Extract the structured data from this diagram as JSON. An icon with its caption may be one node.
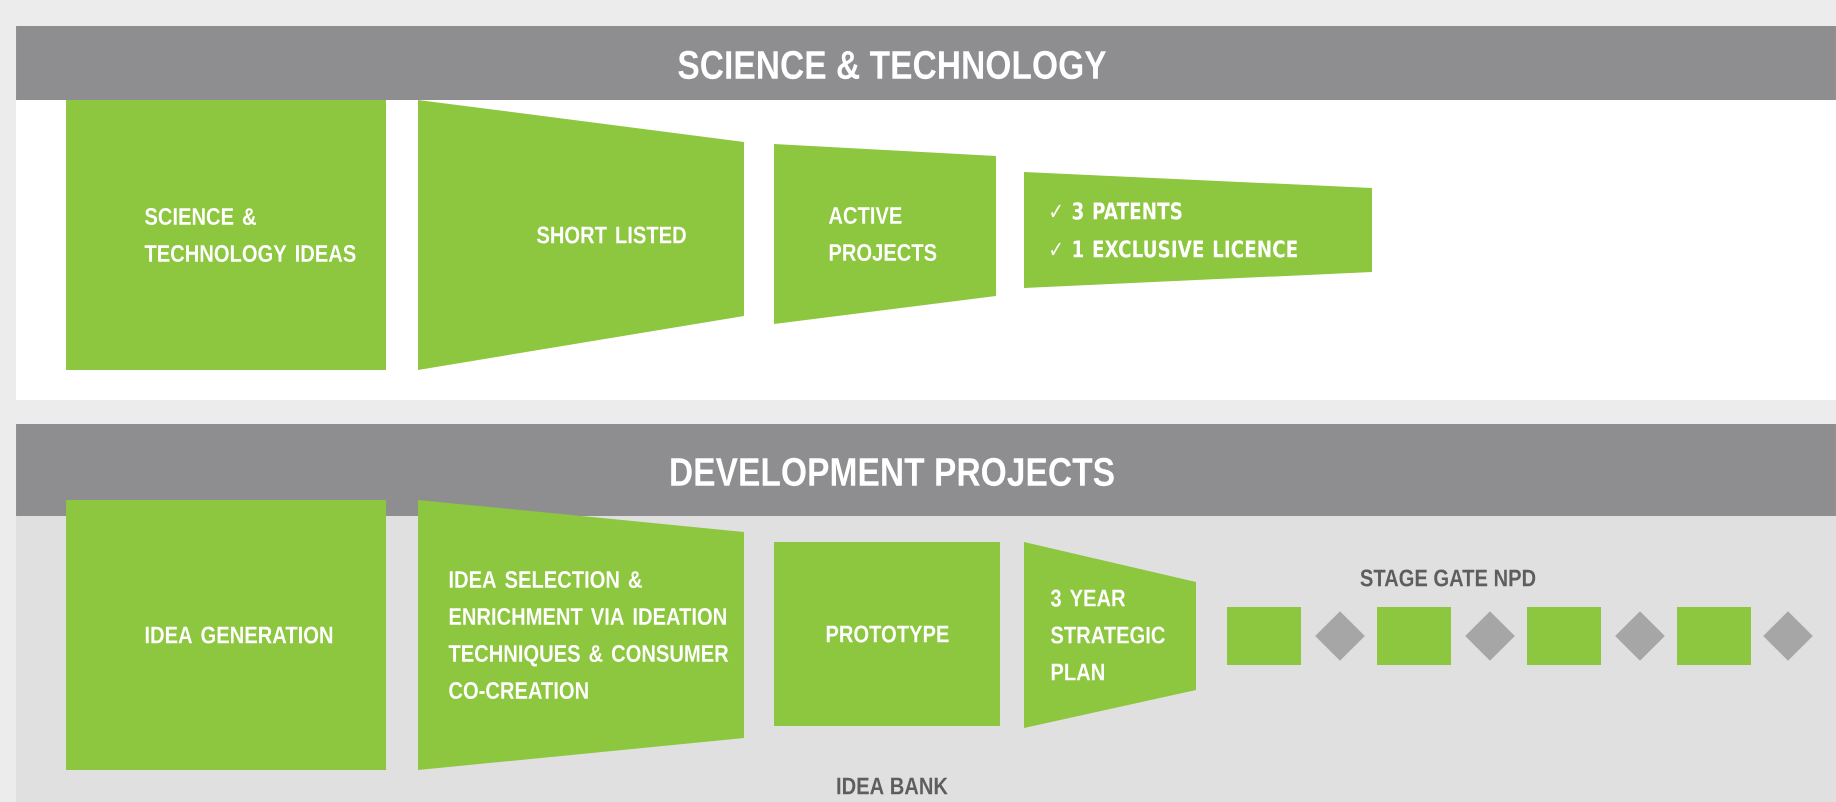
{
  "diagram": {
    "nodes": [
      {
        "text": [
          "SCIENCE & TECHNOLOGY"
        ]
      },
      {
        "text": [
          "SCIENCE & TECHNOLOGY IDEAS"
        ]
      },
      {
        "text": [
          "SHORT LISTED"
        ]
      },
      {
        "text": [
          "ACTIVE PROJECTS"
        ]
      },
      {
        "text": [
          "✓ 3 PATENTS",
          "✓ 1 EXCLUSIVE LICENCE"
        ]
      },
      {
        "text": [
          "DEVELOPMENT PROJECTS"
        ]
      },
      {
        "text": [
          "IDEA GENERATION"
        ]
      },
      {
        "text": [
          "IDEA SELECTION & ENRICHMENT VIA IDEATION TECHNIQUES & CONSUMER CO-CREATION"
        ]
      },
      {
        "text": [
          "PROTOTYPE"
        ]
      },
      {
        "text": [
          "3 YEAR STRATEGIC PLAN"
        ]
      },
      {
        "text": [],
        "shape": "box"
      },
      {
        "text": [],
        "shape": "diamond"
      },
      {
        "text": [],
        "shape": "box"
      },
      {
        "text": [],
        "shape": "diamond"
      },
      {
        "text": [],
        "shape": "box"
      },
      {
        "text": [],
        "shape": "diamond"
      },
      {
        "text": [],
        "shape": "box"
      },
      {
        "text": [],
        "shape": "diamond"
      }
    ],
    "labels": [
      "STAGE GATE NPD",
      "IDEA BANK"
    ]
  }
}
